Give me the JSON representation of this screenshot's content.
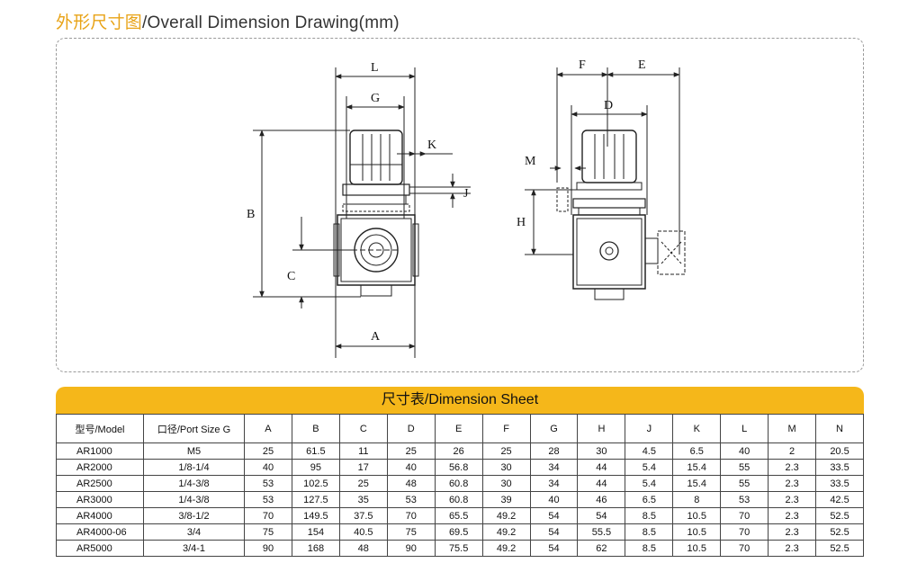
{
  "title": {
    "cn": "外形尺寸图",
    "en": "/Overall Dimension Drawing(mm)"
  },
  "drawing": {
    "left_labels": [
      "L",
      "G",
      "K",
      "J",
      "B",
      "C",
      "A"
    ],
    "right_labels": [
      "F",
      "E",
      "D",
      "M",
      "H"
    ]
  },
  "sheet": {
    "title": "尺寸表/Dimension Sheet",
    "columns": [
      "型号/Model",
      "口径/Port Size G",
      "A",
      "B",
      "C",
      "D",
      "E",
      "F",
      "G",
      "H",
      "J",
      "K",
      "L",
      "M",
      "N"
    ],
    "rows": [
      [
        "AR1000",
        "M5",
        "25",
        "61.5",
        "11",
        "25",
        "26",
        "25",
        "28",
        "30",
        "4.5",
        "6.5",
        "40",
        "2",
        "20.5"
      ],
      [
        "AR2000",
        "1/8-1/4",
        "40",
        "95",
        "17",
        "40",
        "56.8",
        "30",
        "34",
        "44",
        "5.4",
        "15.4",
        "55",
        "2.3",
        "33.5"
      ],
      [
        "AR2500",
        "1/4-3/8",
        "53",
        "102.5",
        "25",
        "48",
        "60.8",
        "30",
        "34",
        "44",
        "5.4",
        "15.4",
        "55",
        "2.3",
        "33.5"
      ],
      [
        "AR3000",
        "1/4-3/8",
        "53",
        "127.5",
        "35",
        "53",
        "60.8",
        "39",
        "40",
        "46",
        "6.5",
        "8",
        "53",
        "2.3",
        "42.5"
      ],
      [
        "AR4000",
        "3/8-1/2",
        "70",
        "149.5",
        "37.5",
        "70",
        "65.5",
        "49.2",
        "54",
        "54",
        "8.5",
        "10.5",
        "70",
        "2.3",
        "52.5"
      ],
      [
        "AR4000-06",
        "3/4",
        "75",
        "154",
        "40.5",
        "75",
        "69.5",
        "49.2",
        "54",
        "55.5",
        "8.5",
        "10.5",
        "70",
        "2.3",
        "52.5"
      ],
      [
        "AR5000",
        "3/4-1",
        "90",
        "168",
        "48",
        "90",
        "75.5",
        "49.2",
        "54",
        "62",
        "8.5",
        "10.5",
        "70",
        "2.3",
        "52.5"
      ]
    ]
  }
}
